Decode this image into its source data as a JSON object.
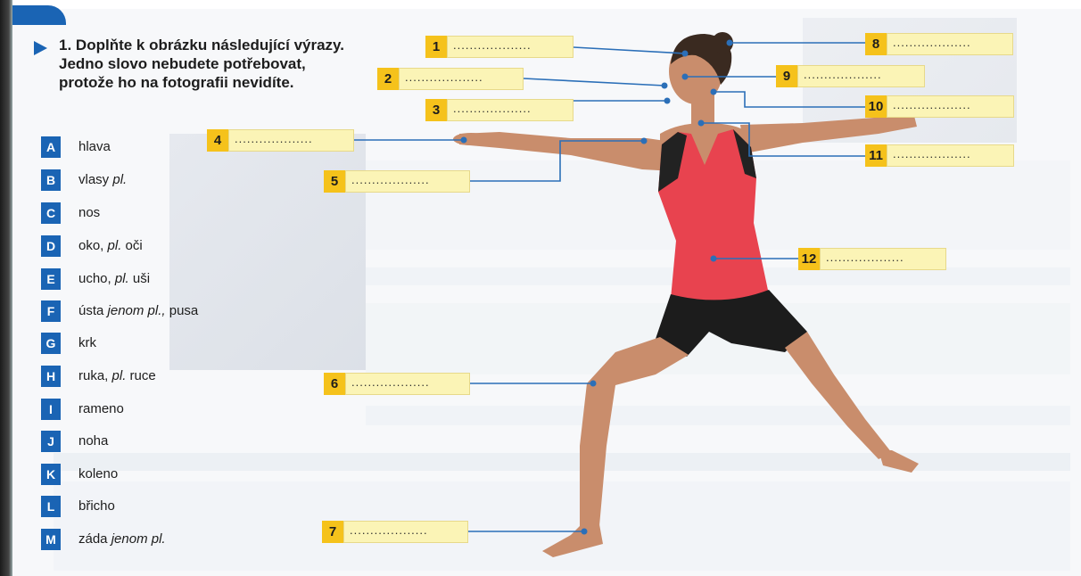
{
  "exercise": {
    "number": "1.",
    "instruction_lines": [
      "Doplňte k obrázku následující výrazy.",
      "Jedno slovo nebudete potřebovat,",
      "protože ho na fotografii nevidíte."
    ]
  },
  "vocabulary": [
    {
      "letter": "A",
      "word": "hlava",
      "extra": "",
      "extra_italic": ""
    },
    {
      "letter": "B",
      "word": "vlasy",
      "extra": "",
      "extra_italic": "pl."
    },
    {
      "letter": "C",
      "word": "nos",
      "extra": "",
      "extra_italic": ""
    },
    {
      "letter": "D",
      "word": "oko,",
      "extra_italic": "pl.",
      "extra": "oči"
    },
    {
      "letter": "E",
      "word": "ucho,",
      "extra_italic": "pl.",
      "extra": "uši"
    },
    {
      "letter": "F",
      "word": "ústa",
      "extra_italic": "jenom pl.,",
      "extra": "pusa"
    },
    {
      "letter": "G",
      "word": "krk",
      "extra": "",
      "extra_italic": ""
    },
    {
      "letter": "H",
      "word": "ruka,",
      "extra_italic": "pl.",
      "extra": "ruce"
    },
    {
      "letter": "I",
      "word": "rameno",
      "extra": "",
      "extra_italic": ""
    },
    {
      "letter": "J",
      "word": "noha",
      "extra": "",
      "extra_italic": ""
    },
    {
      "letter": "K",
      "word": "koleno",
      "extra": "",
      "extra_italic": ""
    },
    {
      "letter": "L",
      "word": "břicho",
      "extra": "",
      "extra_italic": ""
    },
    {
      "letter": "M",
      "word": "záda",
      "extra_italic": "jenom pl.",
      "extra": ""
    }
  ],
  "labels": [
    {
      "num": "1",
      "value": "..................."
    },
    {
      "num": "2",
      "value": "..................."
    },
    {
      "num": "3",
      "value": "..................."
    },
    {
      "num": "4",
      "value": "..................."
    },
    {
      "num": "5",
      "value": "..................."
    },
    {
      "num": "6",
      "value": "..................."
    },
    {
      "num": "7",
      "value": "..................."
    },
    {
      "num": "8",
      "value": "..................."
    },
    {
      "num": "9",
      "value": "..................."
    },
    {
      "num": "10",
      "value": "..................."
    },
    {
      "num": "11",
      "value": "..................."
    },
    {
      "num": "12",
      "value": "..................."
    }
  ],
  "colors": {
    "accent_blue": "#1a64b4",
    "label_yellow": "#f5c21b",
    "field_yellow": "#fbf4b6",
    "leader_line": "#2b6fb8",
    "shirt": "#e8434f",
    "skin": "#c98d6c",
    "shorts": "#1c1c1c"
  }
}
